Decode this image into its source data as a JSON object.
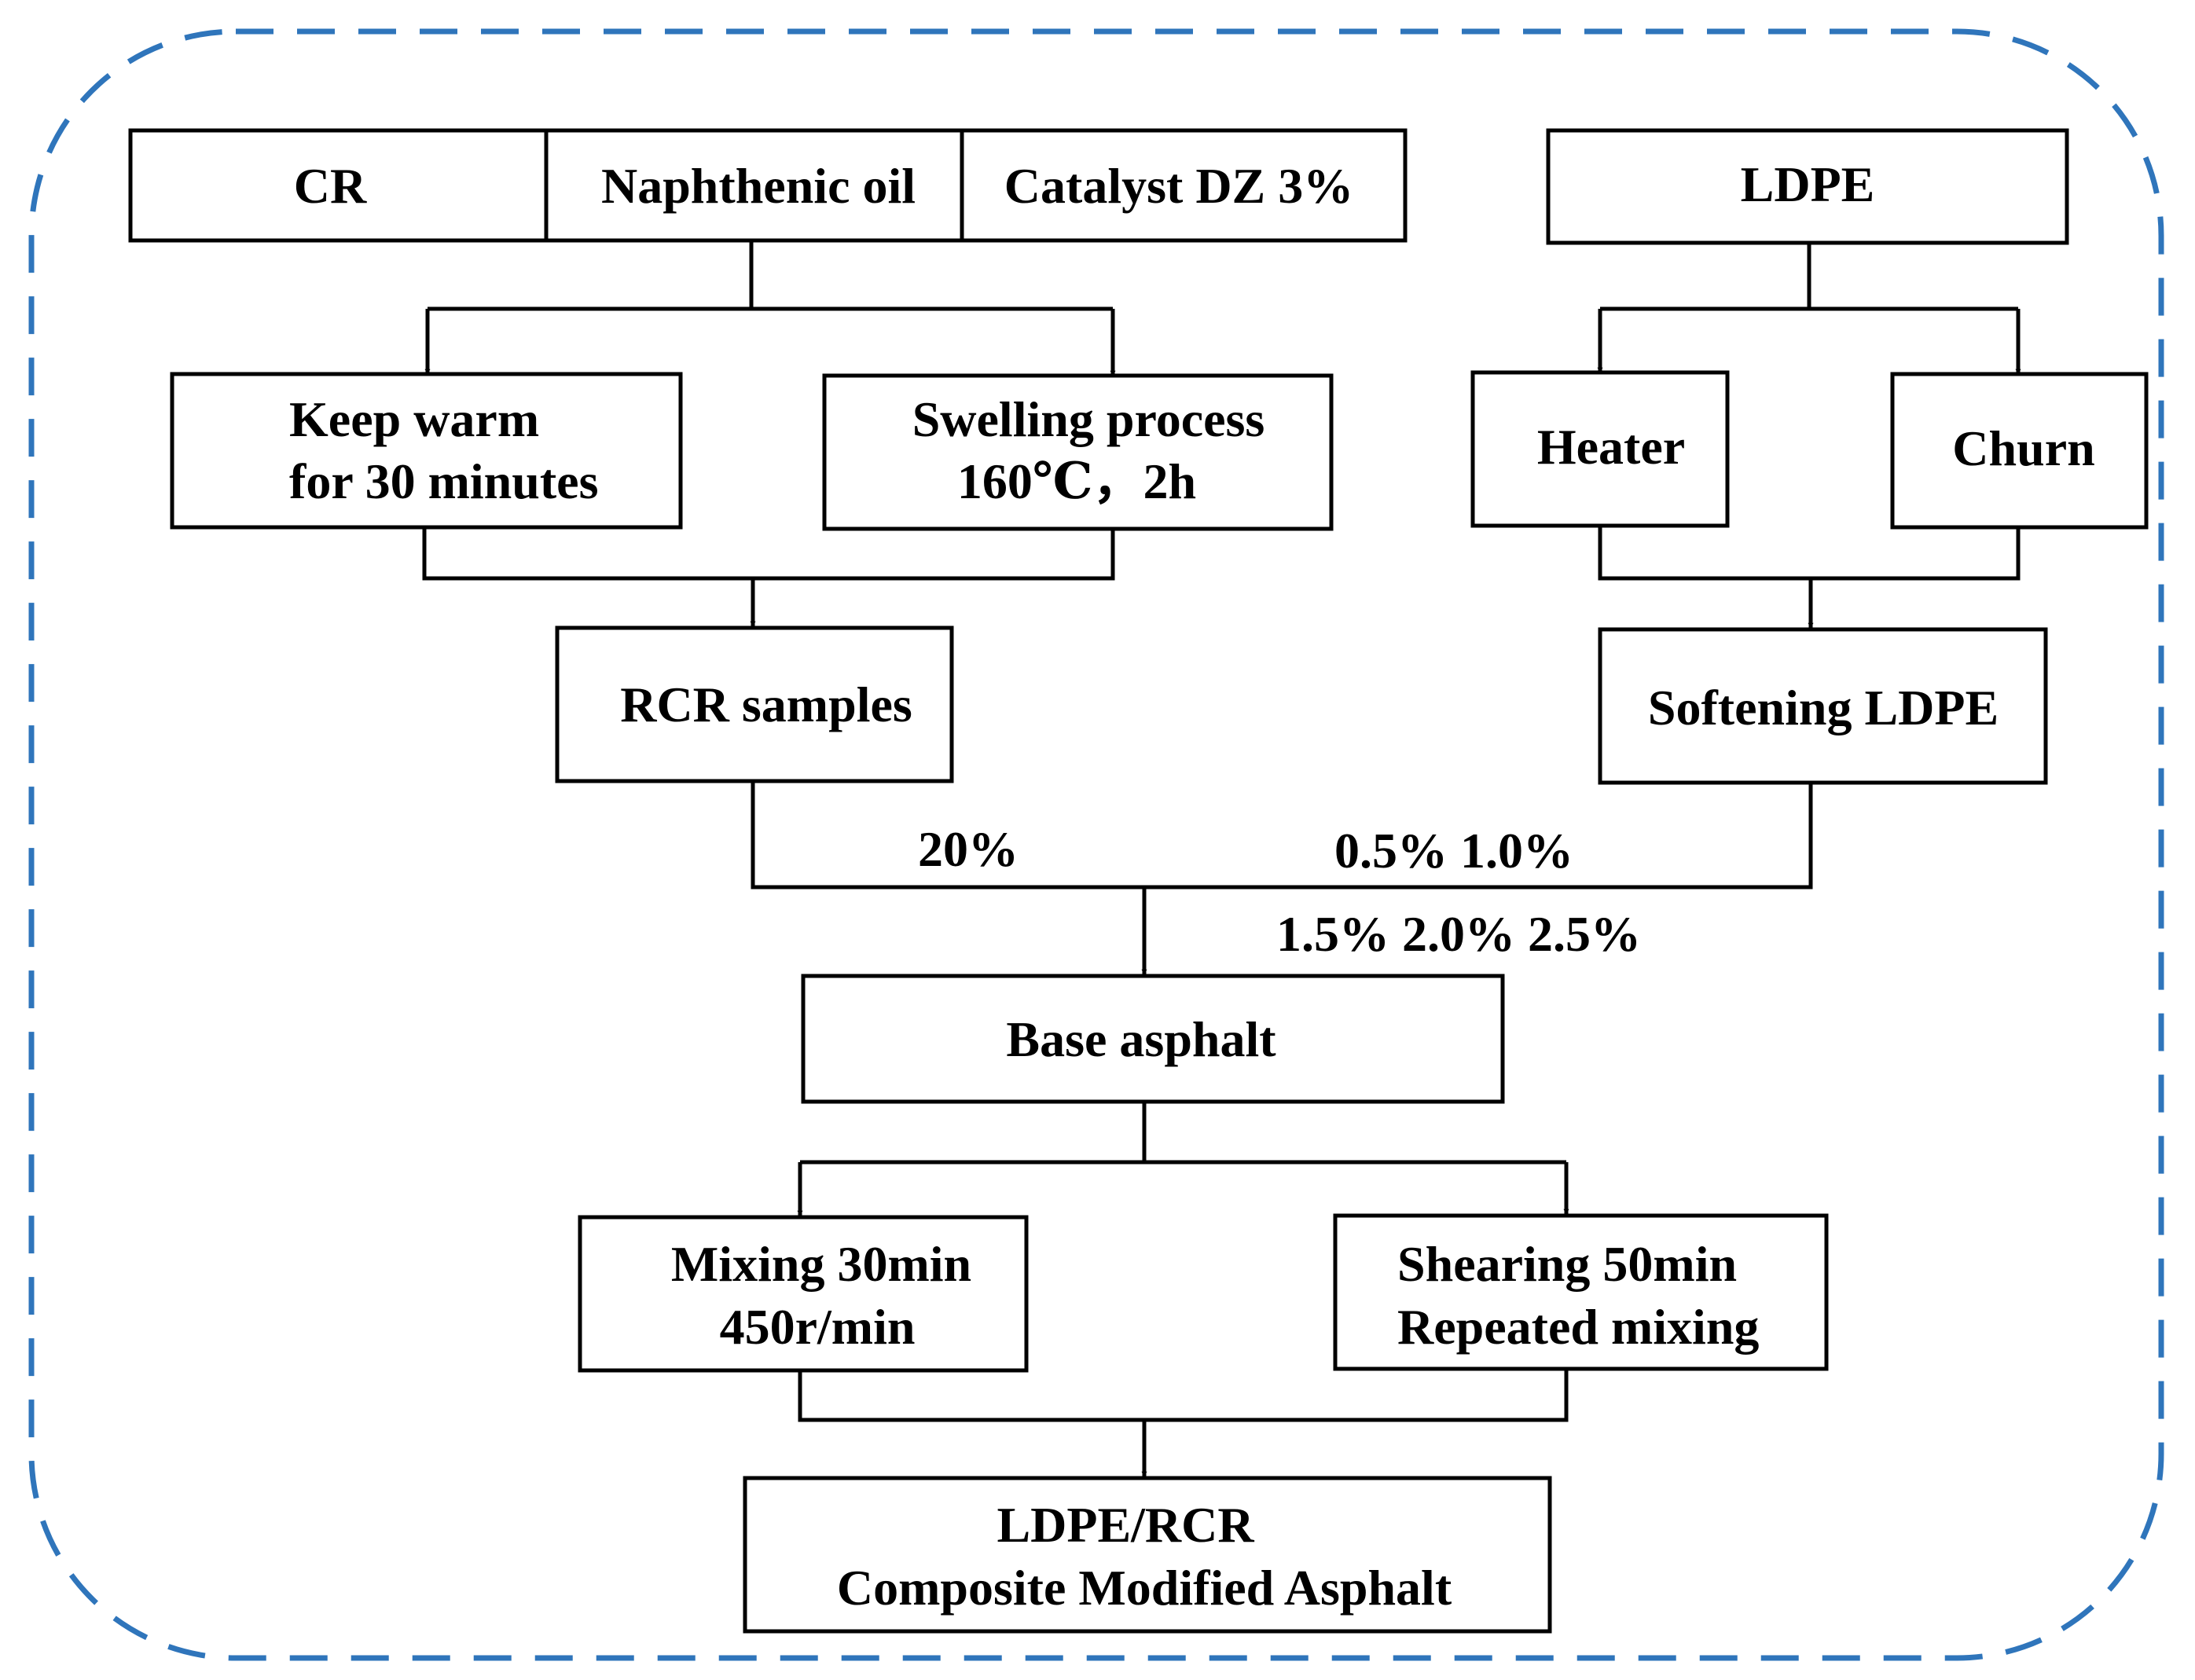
{
  "colors": {
    "frame": "#2f75bb",
    "box_stroke": "#000000",
    "text": "#000000"
  },
  "inputs": {
    "cr": "CR",
    "naphthenic_oil": "Naphthenic oil",
    "catalyst": "Catalyst DZ 3%",
    "ldpe": "LDPE"
  },
  "cr_branch": {
    "keep_warm": [
      "Keep warm",
      "for 30 minutes"
    ],
    "swelling": [
      "Swelling process",
      "160℃，2h"
    ],
    "rcr_samples": "RCR samples"
  },
  "ldpe_branch": {
    "heater": "Heater",
    "churn": "Churn",
    "softening": "Softening LDPE"
  },
  "dosages": {
    "rcr": "20%",
    "ldpe_line1": "0.5% 1.0%",
    "ldpe_line2": "1.5% 2.0% 2.5%"
  },
  "base": "Base asphalt",
  "processing": {
    "mixing": [
      "Mixing 30min",
      "450r/min"
    ],
    "shearing": [
      "Shearing 50min",
      "Repeated mixing"
    ]
  },
  "product": [
    "LDPE/RCR",
    "Composite Modified Asphalt"
  ]
}
